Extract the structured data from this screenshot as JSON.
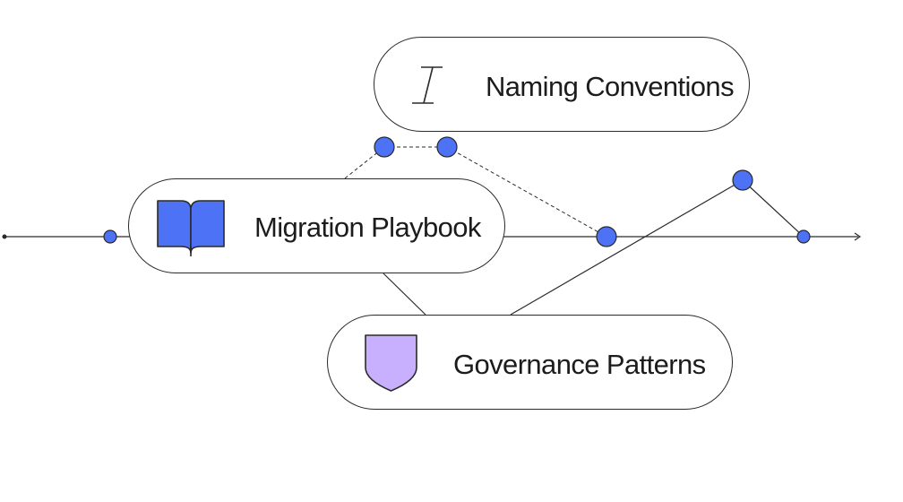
{
  "diagram": {
    "nodes": [
      {
        "id": "naming",
        "label": "Naming Conventions",
        "icon": "text-cursor-icon"
      },
      {
        "id": "migration",
        "label": "Migration Playbook",
        "icon": "open-book-icon"
      },
      {
        "id": "governance",
        "label": "Governance Patterns",
        "icon": "shield-icon"
      }
    ],
    "colors": {
      "accent": "#4d72f5",
      "book_fill": "#4d72f5",
      "shield_fill": "#c8b0ff",
      "stroke": "#2a2a2a",
      "background": "#ffffff"
    }
  }
}
